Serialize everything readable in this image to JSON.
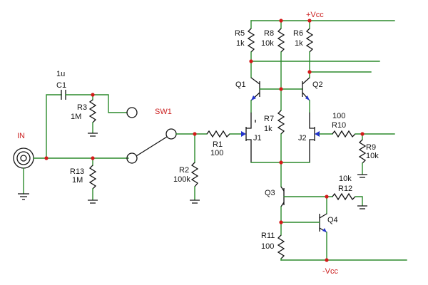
{
  "schematic": {
    "input_label": "IN",
    "supply_positive": "+Vcc",
    "supply_negative": "-Vcc",
    "switch_label": "SW1",
    "components": {
      "C1": {
        "ref": "C1",
        "value": "1u"
      },
      "R1": {
        "ref": "R1",
        "value": "100"
      },
      "R2": {
        "ref": "R2",
        "value": "100k"
      },
      "R3": {
        "ref": "R3",
        "value": "1M"
      },
      "R5": {
        "ref": "R5",
        "value": "1k"
      },
      "R6": {
        "ref": "R6",
        "value": "1k"
      },
      "R7": {
        "ref": "R7",
        "value": "1k"
      },
      "R8": {
        "ref": "R8",
        "value": "10k"
      },
      "R9": {
        "ref": "R9",
        "value": "10k"
      },
      "R10": {
        "ref": "R10",
        "value": "100"
      },
      "R11": {
        "ref": "R11",
        "value": "100"
      },
      "R12": {
        "ref": "R12",
        "value": "10k"
      },
      "R13": {
        "ref": "R13",
        "value": "1M"
      },
      "Q1": {
        "ref": "Q1"
      },
      "Q2": {
        "ref": "Q2"
      },
      "Q3": {
        "ref": "Q3"
      },
      "Q4": {
        "ref": "Q4"
      },
      "J1": {
        "ref": "J1"
      },
      "J2": {
        "ref": "J2"
      }
    }
  }
}
